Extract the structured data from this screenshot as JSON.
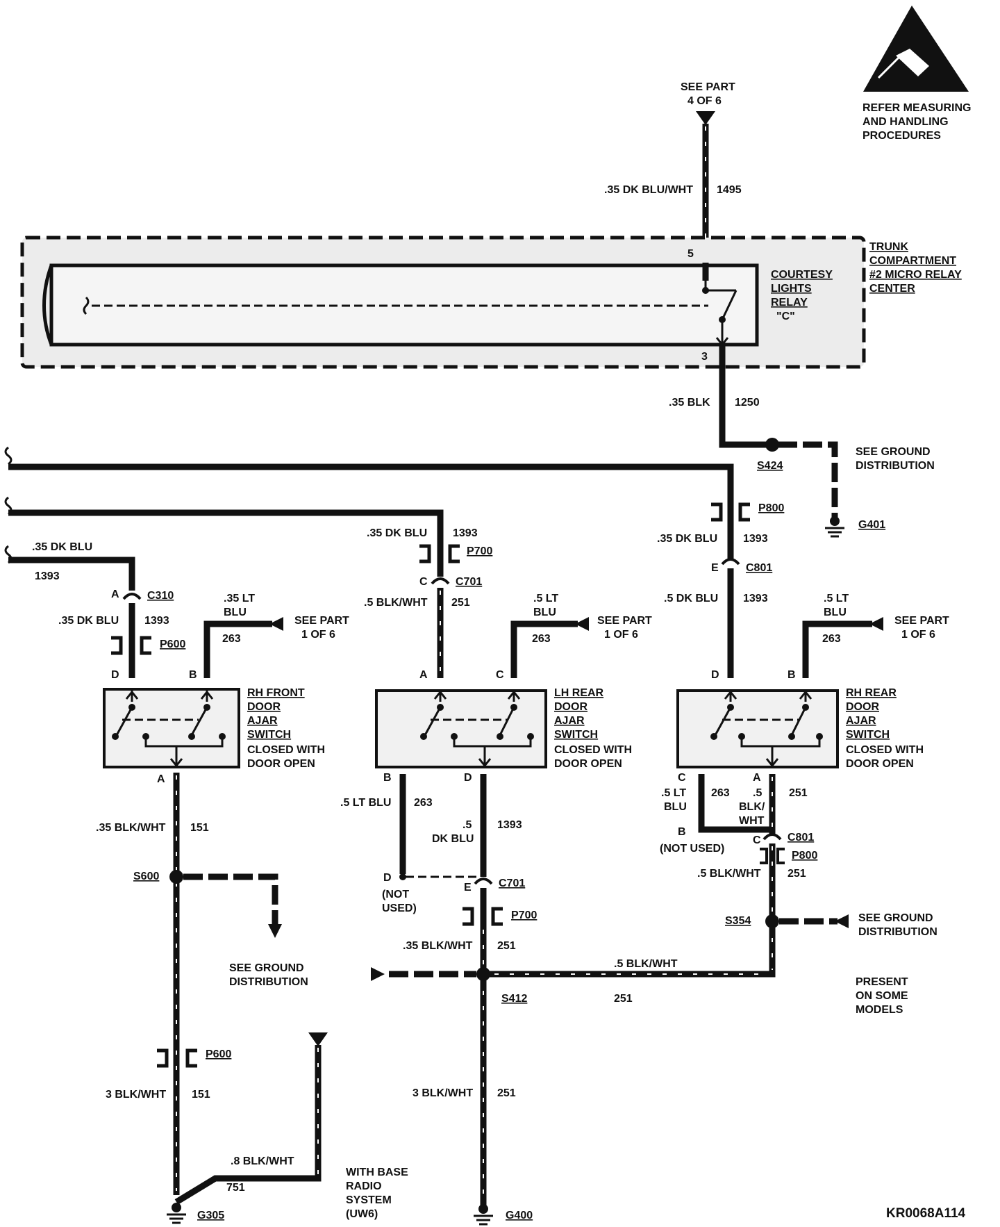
{
  "esd_note": {
    "text_lines": [
      "REFER MEASURING",
      "AND HANDLING",
      "PROCEDURES"
    ]
  },
  "top_ref": {
    "lines": [
      "SEE PART",
      "4 OF 6"
    ]
  },
  "wire_1495": {
    "gauge": ".35 DK BLU/WHT",
    "circuit": "1495"
  },
  "relay_center": {
    "title_lines": [
      "TRUNK",
      "COMPARTMENT",
      "#2 MICRO RELAY",
      "CENTER"
    ]
  },
  "relay": {
    "title_lines": [
      "COURTESY",
      "LIGHTS",
      "RELAY",
      "\"C\""
    ],
    "pin_top": "5",
    "pin_bottom": "3"
  },
  "wire_1250": {
    "gauge": ".35 BLK",
    "circuit": "1250"
  },
  "splice_s424": {
    "label": "S424"
  },
  "ground_ref_1": {
    "lines": [
      "SEE GROUND",
      "DISTRIBUTION"
    ]
  },
  "ground_g401": {
    "label": "G401"
  },
  "right_column": {
    "connector_p800_top": "P800",
    "wire_upper": {
      "gauge": ".35 DK BLU",
      "circuit": "1393"
    },
    "connector_c801": {
      "pin": "E",
      "label": "C801"
    },
    "wire_lower": {
      "gauge": ".5 DK BLU",
      "circuit": "1393"
    },
    "feed_wire": {
      "gauge_lines": [
        ".5 LT",
        "BLU"
      ],
      "circuit": "263"
    },
    "see_part": {
      "lines": [
        "SEE PART",
        "1 OF 6"
      ]
    },
    "pin_d": "D",
    "pin_b": "B",
    "switch_title": [
      "RH REAR",
      "DOOR",
      "AJAR",
      "SWITCH"
    ],
    "switch_note": [
      "CLOSED WITH",
      "DOOR OPEN"
    ],
    "out_left": {
      "pin": "C",
      "gauge_lines": [
        ".5 LT",
        "BLU"
      ],
      "circuit": "263"
    },
    "out_right": {
      "pin": "A",
      "gauge_lines": [
        ".5",
        "BLK/",
        "WHT"
      ],
      "circuit": "251"
    },
    "c801_b": {
      "pin": "B",
      "note": "(NOT USED)"
    },
    "c801_c": {
      "pin": "C",
      "label": "C801"
    },
    "p800_bottom": "P800",
    "wire_251": {
      "gauge": ".5 BLK/WHT",
      "circuit": "251"
    },
    "splice_s354": "S354",
    "ground_ref": {
      "lines": [
        "SEE GROUND",
        "DISTRIBUTION"
      ]
    },
    "horizontal_wire": {
      "gauge": ".5 BLK/WHT",
      "circuit": "251"
    },
    "present_note": [
      "PRESENT",
      "ON SOME",
      "MODELS"
    ]
  },
  "middle_column": {
    "wire_top": {
      "gauge": ".35 DK BLU",
      "circuit": "1393"
    },
    "connector_p700_top": "P700",
    "connector_c701": {
      "pin": "C",
      "label": "C701"
    },
    "wire_mid": {
      "gauge": ".5 BLK/WHT",
      "circuit": "251"
    },
    "feed_wire": {
      "gauge_lines": [
        ".5 LT",
        "BLU"
      ],
      "circuit": "263"
    },
    "see_part": {
      "lines": [
        "SEE PART",
        "1 OF 6"
      ]
    },
    "pin_a": "A",
    "pin_c": "C",
    "switch_title": [
      "LH REAR",
      "DOOR",
      "AJAR",
      "SWITCH"
    ],
    "switch_note": [
      "CLOSED WITH",
      "DOOR OPEN"
    ],
    "out_left": {
      "pin": "B",
      "gauge": ".5 LT BLU",
      "circuit": "263"
    },
    "out_right": {
      "pin": "D",
      "gauge_lines": [
        ".5",
        "DK BLU"
      ],
      "circuit": "1393"
    },
    "c701_d": {
      "pin": "D",
      "note_lines": [
        "(NOT",
        "USED)"
      ]
    },
    "c701_e": {
      "pin": "E",
      "label": "C701"
    },
    "p700_bottom": "P700",
    "wire_251_a": {
      "gauge": ".35 BLK/WHT",
      "circuit": "251"
    },
    "splice_s412": "S412",
    "wire_251_b": {
      "gauge": "3 BLK/WHT",
      "circuit": "251"
    },
    "ground_g400": "G400"
  },
  "left_column": {
    "wire_top": {
      "gauge": ".35 DK BLU",
      "circuit": "1393"
    },
    "connector_c310": {
      "pin": "A",
      "label": "C310"
    },
    "wire_mid": {
      "gauge": ".35 DK BLU",
      "circuit": "1393"
    },
    "connector_p600_top": "P600",
    "feed_wire": {
      "gauge_lines": [
        ".35 LT",
        "BLU"
      ],
      "circuit": "263"
    },
    "see_part": {
      "lines": [
        "SEE PART",
        "1 OF 6"
      ]
    },
    "pin_d": "D",
    "pin_b": "B",
    "switch_title": [
      "RH FRONT",
      "DOOR",
      "AJAR",
      "SWITCH"
    ],
    "switch_note": [
      "CLOSED WITH",
      "DOOR OPEN"
    ],
    "out_pin": "A",
    "wire_151_a": {
      "gauge": ".35 BLK/WHT",
      "circuit": "151"
    },
    "splice_s600": "S600",
    "ground_ref": {
      "lines": [
        "SEE GROUND",
        "DISTRIBUTION"
      ]
    },
    "connector_p600_bottom": "P600",
    "wire_151_b": {
      "gauge": "3 BLK/WHT",
      "circuit": "151"
    },
    "radio_wire": {
      "gauge": ".8 BLK/WHT",
      "circuit": "751"
    },
    "radio_note": [
      "WITH BASE",
      "RADIO",
      "SYSTEM",
      "(UW6)"
    ],
    "ground_g305": "G305"
  },
  "figure_code": "KR0068A114"
}
